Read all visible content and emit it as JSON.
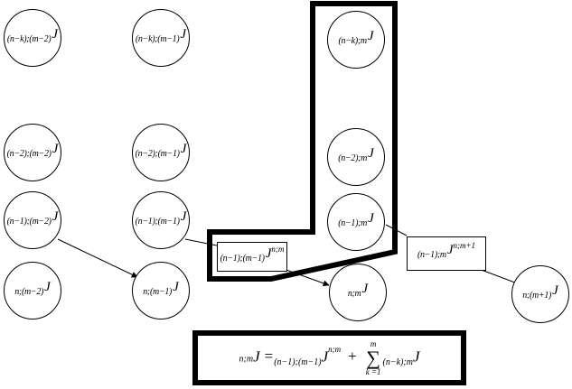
{
  "nodes": {
    "n_minus_k_m_minus_2": {
      "index": "(n−k);(m−2)",
      "symbol": "J"
    },
    "n_minus_k_m_minus_1": {
      "index": "(n−k);(m−1)",
      "symbol": "J"
    },
    "n_minus_k_m": {
      "index": "(n−k);m",
      "symbol": "J"
    },
    "n_minus_2_m_minus_2": {
      "index": "(n−2);(m−2)",
      "symbol": "J"
    },
    "n_minus_2_m_minus_1": {
      "index": "(n−2);(m−1)",
      "symbol": "J"
    },
    "n_minus_2_m": {
      "index": "(n−2);m",
      "symbol": "J"
    },
    "n_minus_1_m_minus_2": {
      "index": "(n−1);(m−2)",
      "symbol": "J"
    },
    "n_minus_1_m_minus_1": {
      "index": "(n−1);(m−1)",
      "symbol": "J"
    },
    "n_minus_1_m": {
      "index": "(n−1);m",
      "symbol": "J"
    },
    "n_m_minus_2": {
      "index": "n;(m−2)",
      "symbol": "J"
    },
    "n_m_minus_1": {
      "index": "n;(m−1)",
      "symbol": "J"
    },
    "n_m": {
      "index": "n;m",
      "symbol": "J"
    },
    "n_m_plus_1": {
      "index": "n;(m+1)",
      "symbol": "J"
    }
  },
  "edge_labels": {
    "left": {
      "index": "(n−1);(m−1)",
      "symbol": "J",
      "superscript": "n;m"
    },
    "right": {
      "index": "(n−1);m",
      "symbol": "J",
      "superscript": "n;m+1"
    }
  },
  "formula": {
    "lhs_index": "n;m",
    "lhs_symbol": "J",
    "equals": "=",
    "term1_index": "(n−1);(m−1)",
    "term1_symbol": "J",
    "term1_superscript": "n;m",
    "plus": "+",
    "sum_symbol": "∑",
    "sum_upper": "m",
    "sum_lower": "k =1",
    "term2_index": "(n−k);m",
    "term2_symbol": "J"
  },
  "colors": {
    "stroke": "#000000",
    "background": "#ffffff"
  }
}
